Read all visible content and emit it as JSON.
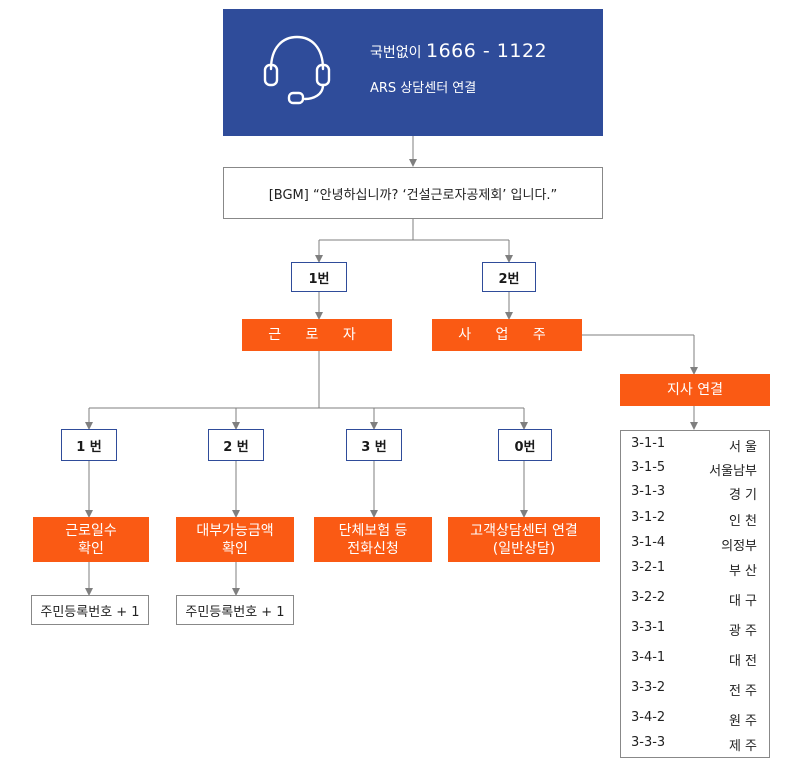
{
  "header": {
    "prefix": "국번없이",
    "phone": "1666 - 1122",
    "subtitle": "ARS 상담센터 연결",
    "icon": "headset-icon",
    "bg_color": "#2f4c9a"
  },
  "greeting": "[BGM]  “안녕하십니까? ‘건설근로자공제회’ 입니다.”",
  "branch_1": {
    "key": "1번",
    "label": "근 로 자"
  },
  "branch_2": {
    "key": "2번",
    "label": "사 업 주",
    "branch_connect": "지사 연결"
  },
  "worker_options": [
    {
      "key": "1 번",
      "label_line1": "근로일수",
      "label_line2": "확인",
      "followup": "주민등록번호 + 1"
    },
    {
      "key": "2 번",
      "label_line1": "대부가능금액",
      "label_line2": "확인",
      "followup": "주민등록번호 + 1"
    },
    {
      "key": "3 번",
      "label_line1": "단체보험 등",
      "label_line2": "전화신청"
    },
    {
      "key": "0번",
      "label_line1": "고객상담센터 연결",
      "label_line2": "(일반상담)"
    }
  ],
  "branches": [
    {
      "code": "3-1-1",
      "city": "서  울"
    },
    {
      "code": "3-1-5",
      "city": "서울남부"
    },
    {
      "code": "3-1-3",
      "city": "경  기"
    },
    {
      "code": "3-1-2",
      "city": "인  천"
    },
    {
      "code": "3-1-4",
      "city": "의정부"
    },
    {
      "code": "3-2-1",
      "city": "부  산"
    },
    {
      "code": "3-2-2",
      "city": "대  구"
    },
    {
      "code": "3-3-1",
      "city": "광  주"
    },
    {
      "code": "3-4-1",
      "city": "대  전"
    },
    {
      "code": "3-3-2",
      "city": "전  주"
    },
    {
      "code": "3-4-2",
      "city": "원  주"
    },
    {
      "code": "3-3-3",
      "city": "제  주"
    }
  ],
  "colors": {
    "accent_orange": "#fa5a14",
    "navy": "#2f4c9a",
    "line": "#7f7f7f"
  }
}
